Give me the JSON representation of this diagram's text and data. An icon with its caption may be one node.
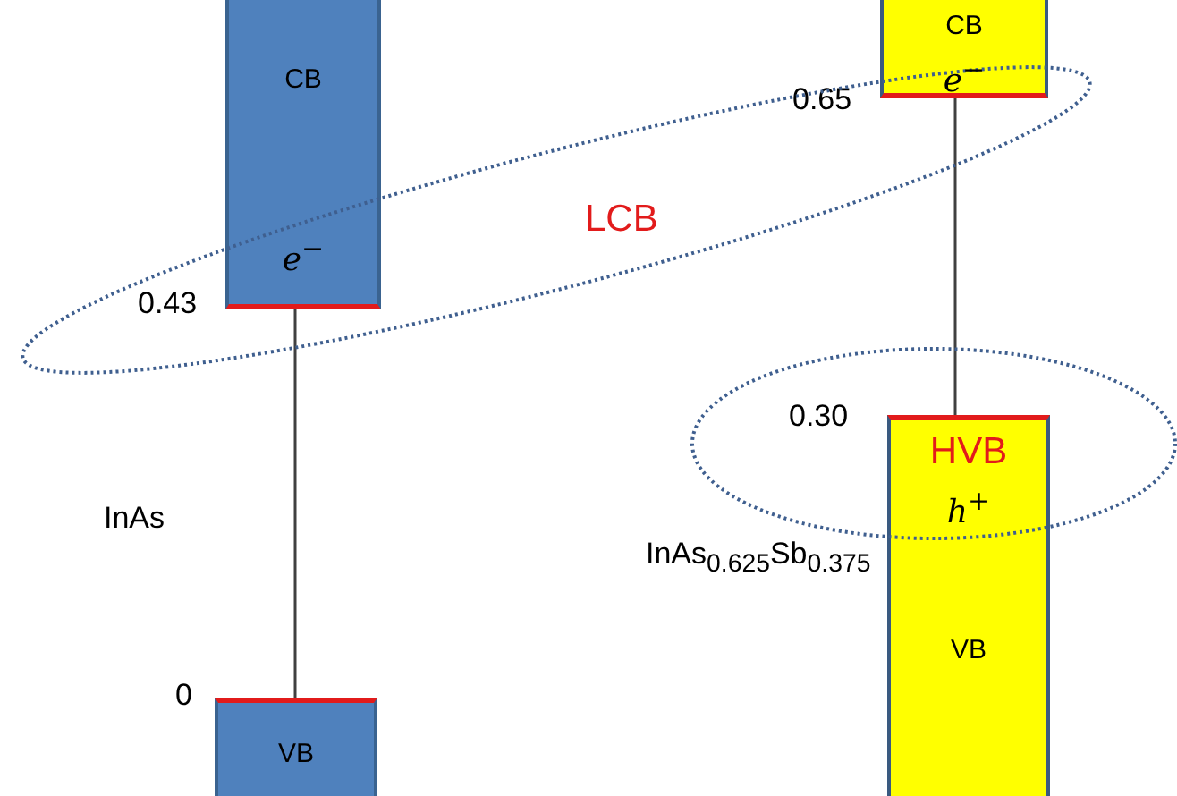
{
  "diagram": {
    "nodes": [
      {
        "text": [
          "CB",
          "*e*$^{−}$"
        ]
      },
      {
        "text": [
          "VB"
        ]
      },
      {
        "text": [
          "CB",
          "*e*$^{−}$"
        ]
      },
      {
        "text": [
          "HVB",
          "*h*$^{+}$",
          "VB"
        ]
      }
    ],
    "edges": [
      {
        "from": 0,
        "to": 1,
        "arrow": "none"
      },
      {
        "from": 2,
        "to": 3,
        "arrow": "none"
      }
    ],
    "labels": [
      "0.65",
      "LCB",
      "0.43",
      "0.30",
      "InAs",
      "InAs$_{0.625}$Sb$_{0.375}$",
      "0"
    ]
  }
}
